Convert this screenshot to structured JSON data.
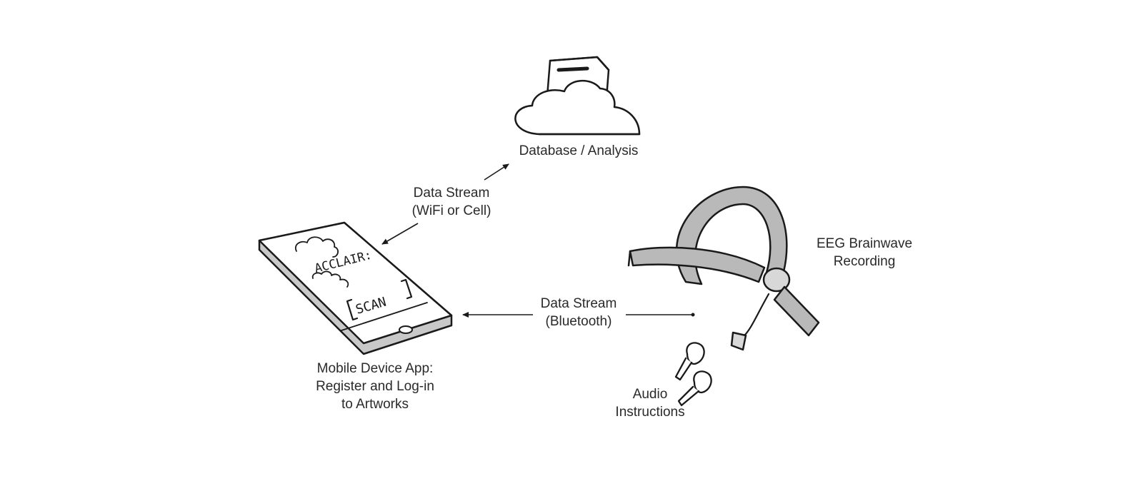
{
  "labels": {
    "database": [
      "Database / Analysis"
    ],
    "wifi_stream": [
      "Data Stream",
      "(WiFi or Cell)"
    ],
    "eeg": [
      "EEG Brainwave",
      "Recording"
    ],
    "bluetooth_stream": [
      "Data Stream",
      "(Bluetooth)"
    ],
    "mobile_app": [
      "Mobile Device App:",
      "Register and Log-in",
      "to Artworks"
    ],
    "audio": [
      "Audio",
      "Instructions"
    ]
  },
  "phone_screen": {
    "logo_text": "ACCLAIR:",
    "scan_text": "SCAN"
  },
  "colors": {
    "ink": "#1a1a1a",
    "headset_fill": "#b9b9b9",
    "phone_side": "#c8c8c8",
    "text": "#2a2a2a"
  }
}
